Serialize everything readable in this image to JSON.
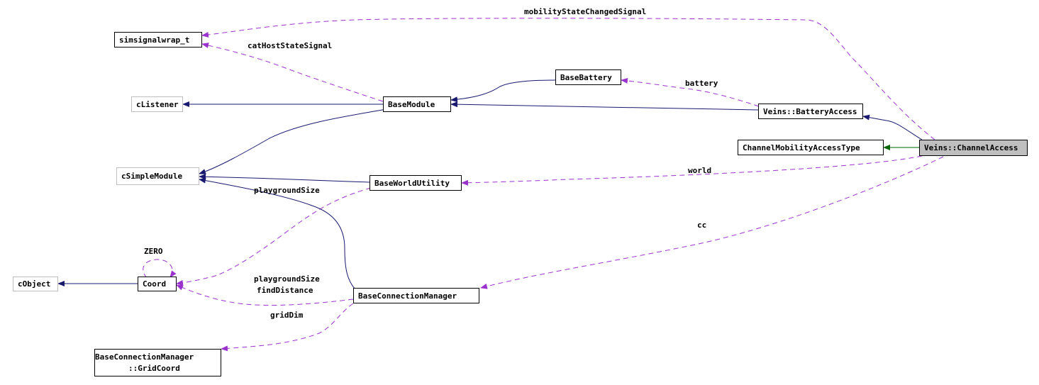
{
  "nodes": {
    "simsignalwrap": "simsignalwrap_t",
    "clistener": "cListener",
    "basemodule": "BaseModule",
    "basebattery": "BaseBattery",
    "batteryaccess": "Veins::BatteryAccess",
    "channelaccess": "Veins::ChannelAccess",
    "channelmobility": "ChannelMobilityAccessType",
    "csimplemodule": "cSimpleModule",
    "baseworldutility": "BaseWorldUtility",
    "cobject": "cObject",
    "coord": "Coord",
    "baseconnectionmanager": "BaseConnectionManager",
    "gridcoord_line1": "BaseConnectionManager",
    "gridcoord_line2": "::GridCoord"
  },
  "edge_labels": {
    "mobility_state": "mobilityStateChangedSignal",
    "cat_host": "catHostStateSignal",
    "battery": "battery",
    "world": "world",
    "playground_size_1": "playgroundSize",
    "zero": "ZERO",
    "cc": "cc",
    "playground_size_2": "playgroundSize",
    "find_distance": "findDistance",
    "grid_dim": "gridDim"
  },
  "colors": {
    "inheritance": "#191970",
    "usage": "#9a32cd",
    "template": "#006400",
    "focus_fill": "#bfbfbf",
    "external_border": "#bfbfbf"
  }
}
